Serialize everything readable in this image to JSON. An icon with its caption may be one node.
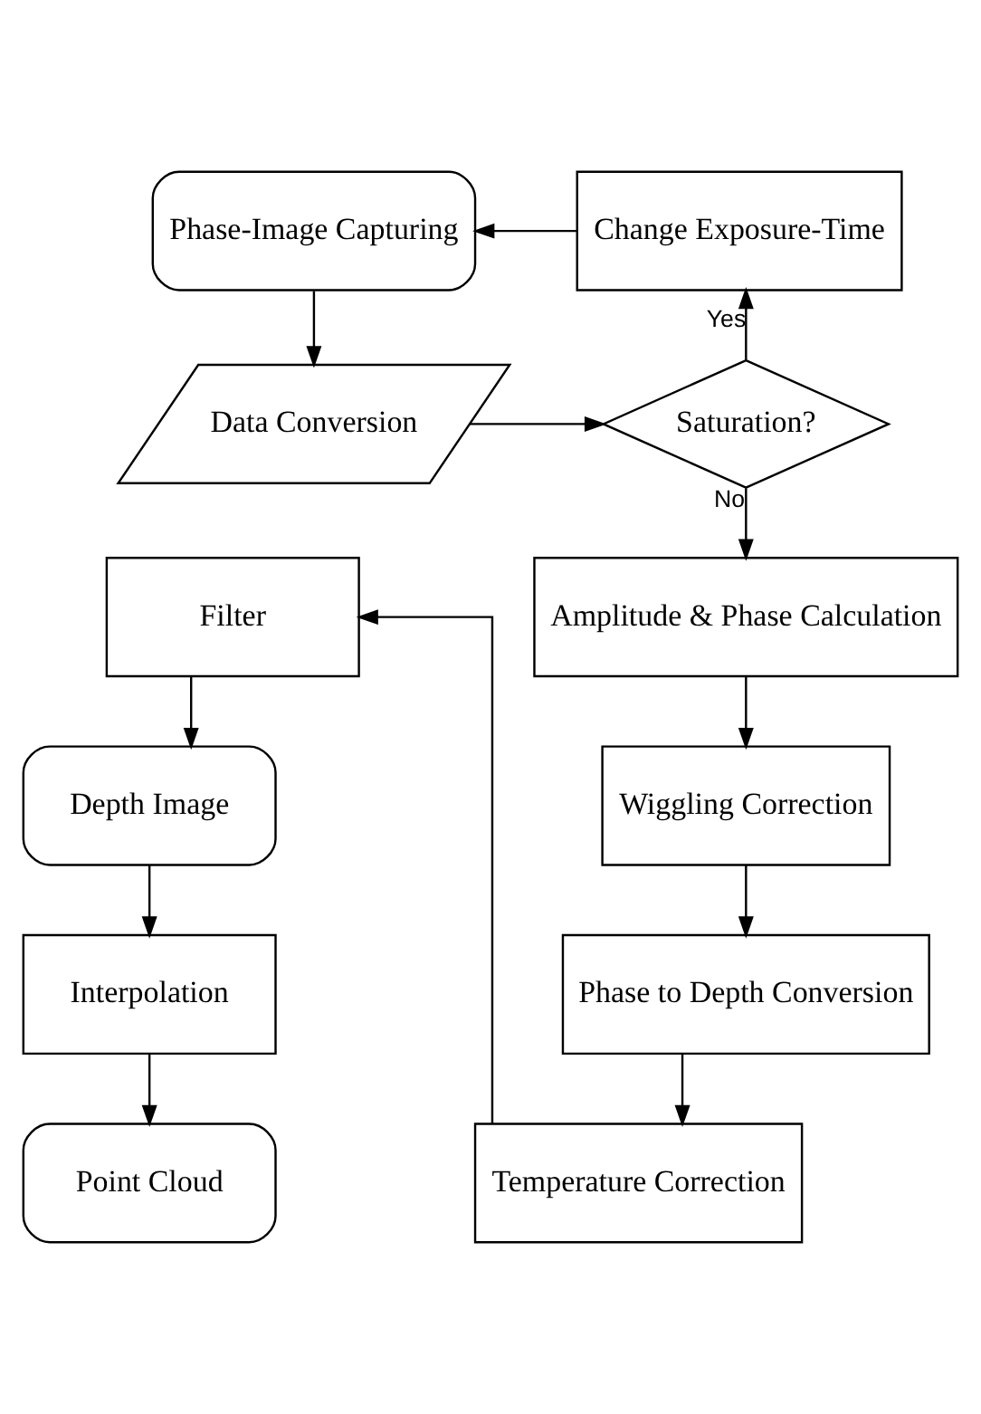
{
  "diagram": {
    "nodes": [
      {
        "text": [
          "Phase-Image Capturing"
        ]
      },
      {
        "text": [
          "Change Exposure-Time"
        ]
      },
      {
        "text": [
          "Data Conversion"
        ]
      },
      {
        "text": [
          "Saturation?"
        ]
      },
      {
        "text": [
          "Amplitude & Phase Calculation"
        ]
      },
      {
        "text": [
          "Wiggling Correction"
        ]
      },
      {
        "text": [
          "Phase to Depth Conversion"
        ]
      },
      {
        "text": [
          "Temperature Correction"
        ]
      },
      {
        "text": [
          "Filter"
        ]
      },
      {
        "text": [
          "Depth Image"
        ]
      },
      {
        "text": [
          "Interpolation"
        ]
      },
      {
        "text": [
          "Point Cloud"
        ]
      }
    ],
    "edges": [
      {
        "from": 1,
        "to": 0,
        "arrow": "to"
      },
      {
        "from": 0,
        "to": 2,
        "arrow": "to"
      },
      {
        "from": 2,
        "to": 3,
        "arrow": "to"
      },
      {
        "from": 3,
        "to": 1,
        "arrow": "to",
        "label": "Yes"
      },
      {
        "from": 3,
        "to": 4,
        "arrow": "to",
        "label": "No"
      },
      {
        "from": 4,
        "to": 5,
        "arrow": "to"
      },
      {
        "from": 5,
        "to": 6,
        "arrow": "to"
      },
      {
        "from": 6,
        "to": 7,
        "arrow": "to"
      },
      {
        "from": 7,
        "to": 8,
        "arrow": "to"
      },
      {
        "from": 8,
        "to": 9,
        "arrow": "to"
      },
      {
        "from": 9,
        "to": 10,
        "arrow": "to"
      },
      {
        "from": 10,
        "to": 11,
        "arrow": "to"
      }
    ]
  }
}
